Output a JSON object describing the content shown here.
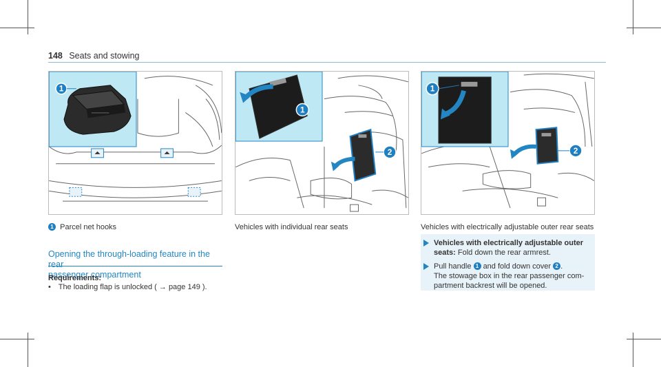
{
  "header": {
    "page_number": "148",
    "title": "Seats and stowing"
  },
  "figures": {
    "fig1": {
      "callouts": [
        "1"
      ]
    },
    "fig2": {
      "callouts": [
        "1",
        "2"
      ]
    },
    "fig3": {
      "callouts": [
        "1",
        "2"
      ]
    }
  },
  "captions": {
    "col1": {
      "marker": "1",
      "text": "Parcel net hooks"
    },
    "col2": {
      "text": "Vehicles with individual rear seats"
    },
    "col3": {
      "text": "Vehicles with electrically adjustable outer rear seats"
    }
  },
  "section": {
    "title_line1": "Opening the through-loading feature in the rear",
    "title_line2": "passenger compartment",
    "requirements_label": "Requirements:",
    "requirement_bullet": "•",
    "requirement_text": "The loading flap is unlocked (",
    "requirement_ref_arrow": "→",
    "requirement_ref": "page 149",
    "requirement_end": ")."
  },
  "steps": {
    "step1_bold_line1": "Vehicles with electrically adjustable outer",
    "step1_bold_line2": "seats:",
    "step1_text": "Fold down the rear armrest.",
    "step2_text_a": "Pull handle",
    "step2_marker1": "1",
    "step2_text_b": "and fold down cover",
    "step2_marker2": "2",
    "step2_text_c": ".",
    "step2_line2": "The stowage box in the rear passenger com-",
    "step2_line3": "partment backrest will be opened."
  },
  "colors": {
    "accent": "#2386c2",
    "inset_bg": "#bfe8f5",
    "callout": "#1f7fc1"
  }
}
